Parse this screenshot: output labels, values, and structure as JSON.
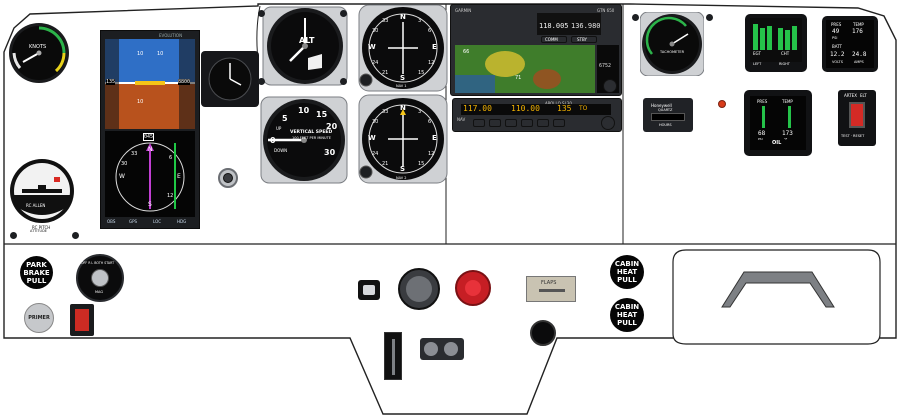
{
  "airspeed": {
    "unit": "KNOTS"
  },
  "altimeter": {
    "label": "ALT"
  },
  "vsi": {
    "title": "VERTICAL SPEED",
    "subtitle": "100 FEET PER MINUTE",
    "ticks": [
      "5",
      "10",
      "15",
      "20",
      "30",
      "0",
      "UP",
      "DOWN"
    ]
  },
  "attitude": {
    "brand": "RC ALLEN",
    "sub": "RC PITCH",
    "sub2": "ATTITUDE"
  },
  "efis": {
    "header": "EVOLUTION",
    "pitch_labels": [
      "10",
      "10",
      "10"
    ],
    "altitude": "8800",
    "speed": "135",
    "heading": "045",
    "menu": [
      "OBS",
      "GPS",
      "LOC",
      "HDG"
    ],
    "compass": [
      "N",
      "E",
      "S",
      "W",
      "33",
      "30",
      "6",
      "12"
    ]
  },
  "hsi_top": {
    "cardinal": [
      "N",
      "E",
      "S",
      "W"
    ],
    "numbers": [
      "33",
      "30",
      "3",
      "6",
      "12",
      "15",
      "21",
      "24"
    ],
    "label": "NAV 1"
  },
  "hsi_bottom": {
    "cardinal": [
      "N",
      "E",
      "S",
      "W"
    ],
    "numbers": [
      "33",
      "30",
      "3",
      "6",
      "12",
      "15",
      "21",
      "24"
    ],
    "label": "NAV 2"
  },
  "gps": {
    "brand": "GARMIN",
    "model": "GTN 650",
    "active": "118.005",
    "standby": "136.980",
    "tabs": [
      "COMM",
      "STBY"
    ],
    "map_numbers": [
      "66",
      "71"
    ],
    "ete": "6752"
  },
  "nav_radio": {
    "brand": "APOLLO SL30",
    "active": "117.00",
    "standby": "110.00",
    "obs": "135",
    "to": "TO",
    "label": "NAV"
  },
  "tachometer": {
    "label": "TACHOMETER"
  },
  "egt_gauge": {
    "labels": [
      "EGT",
      "CHT",
      "LEFT",
      "RIGHT"
    ]
  },
  "fuel_gauge": {
    "top": "PRES",
    "top_val": "49",
    "top2": "TEMP",
    "top2_val": "176",
    "bottom": "BATT",
    "bottom_val": "12.2",
    "bottom2": "VOLTS",
    "bottom3": "AMPS",
    "bottom3_val": "24.8",
    "sub": "PSI"
  },
  "oil_gauge": {
    "labels": [
      "PRES",
      "TEMP"
    ],
    "values": [
      "68",
      "173"
    ],
    "units": [
      "PSI",
      "°F"
    ],
    "title": "OIL"
  },
  "hobbs": {
    "brand": "Honeywell",
    "sub": "QUARTZ",
    "label": "HOURS"
  },
  "elt": {
    "brand": "ARTEX",
    "label": "ELT",
    "sub": "TEST · RESET"
  },
  "placards": {
    "park_brake": [
      "PARK",
      "BRAKE",
      "PULL"
    ],
    "cabin_heat": [
      "CABIN",
      "HEAT",
      "PULL"
    ],
    "cabin_heat2": [
      "CABIN",
      "HEAT",
      "PULL"
    ],
    "primer": "PRIMER",
    "flaps": "FLAPS",
    "mag": "OFF R L BOTH START",
    "mag_sub": "MAG"
  }
}
